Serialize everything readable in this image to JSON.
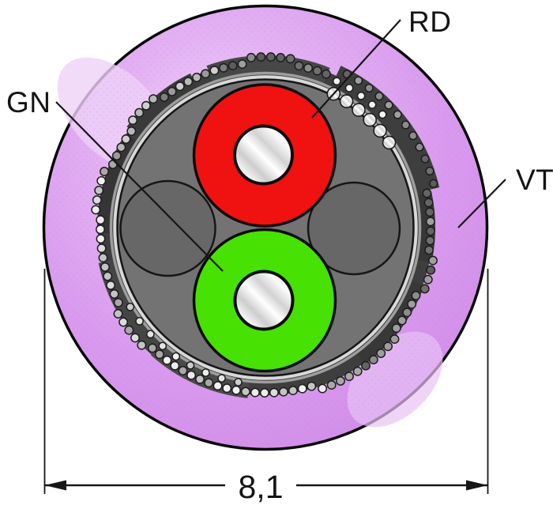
{
  "diagram": {
    "labels": {
      "green_conductor": "GN",
      "red_conductor": "RD",
      "jacket": "VT"
    },
    "dimension": {
      "outer_diameter_label": "8,1"
    },
    "colors": {
      "jacket_violet": "#d99bee",
      "jacket_highlight": "#eed2f8",
      "conductor_red": "#f01111",
      "conductor_green": "#47e203",
      "shield_dark": "#3e3e3e",
      "core_gray": "#737373",
      "filler_gray": "#676767",
      "foil_light": "#d8d8d8",
      "foil_mid": "#9e9e9e",
      "outline_black": "#111111"
    },
    "braid_palettes": {
      "light": [
        "#f2f2f2",
        "#dcdcdc",
        "#c4c4c4",
        "#ececec",
        "#a8a8a8"
      ],
      "mid": [
        "#cfcfcf",
        "#9a9a9a",
        "#b8b8b8",
        "#7e7e7e"
      ],
      "dark": [
        "#707070",
        "#8c8c8c",
        "#5c5c5c",
        "#9e9e9e",
        "#646464"
      ],
      "inner": [
        "#e4e4e4",
        "#cdcdcd",
        "#f1f1f1"
      ]
    }
  }
}
